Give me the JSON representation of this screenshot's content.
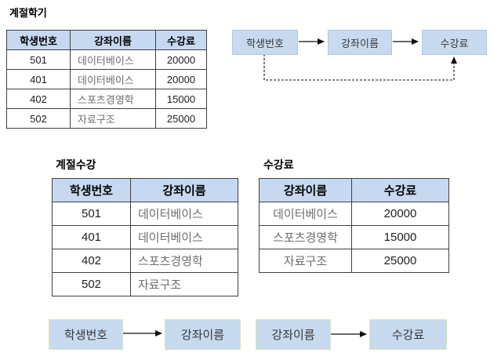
{
  "colors": {
    "header_fill": "#c6d9f1",
    "node_fill": "#c8daf0",
    "node_border_blue": "#aec6e2",
    "node_border_green": "#d6e4bc",
    "table_border": "#404040",
    "muted_text": "#6e6e6e"
  },
  "tables": {
    "semester": {
      "title": "계절학기",
      "headers": [
        "학생번호",
        "강좌이름",
        "수강료"
      ],
      "rows": [
        [
          "501",
          "데이터베이스",
          "20000"
        ],
        [
          "401",
          "데이터베이스",
          "20000"
        ],
        [
          "402",
          "스포츠경영학",
          "15000"
        ],
        [
          "502",
          "자료구조",
          "25000"
        ]
      ]
    },
    "season_course": {
      "title": "계절수강",
      "headers": [
        "학생번호",
        "강좌이름"
      ],
      "rows": [
        [
          "501",
          "데이터베이스"
        ],
        [
          "401",
          "데이터베이스"
        ],
        [
          "402",
          "스포츠경영학"
        ],
        [
          "502",
          "자료구조"
        ]
      ]
    },
    "fee": {
      "title": "수강료",
      "headers": [
        "강좌이름",
        "수강료"
      ],
      "rows": [
        [
          "데이터베이스",
          "20000"
        ],
        [
          "스포츠경영학",
          "15000"
        ],
        [
          "자료구조",
          "25000"
        ]
      ]
    }
  },
  "diagrams": {
    "top": {
      "nodes": [
        "학생번호",
        "강좌이름",
        "수강료"
      ]
    },
    "bottom_left": {
      "nodes": [
        "학생번호",
        "강좌이름"
      ]
    },
    "bottom_right": {
      "nodes": [
        "강좌이름",
        "수강료"
      ]
    }
  }
}
